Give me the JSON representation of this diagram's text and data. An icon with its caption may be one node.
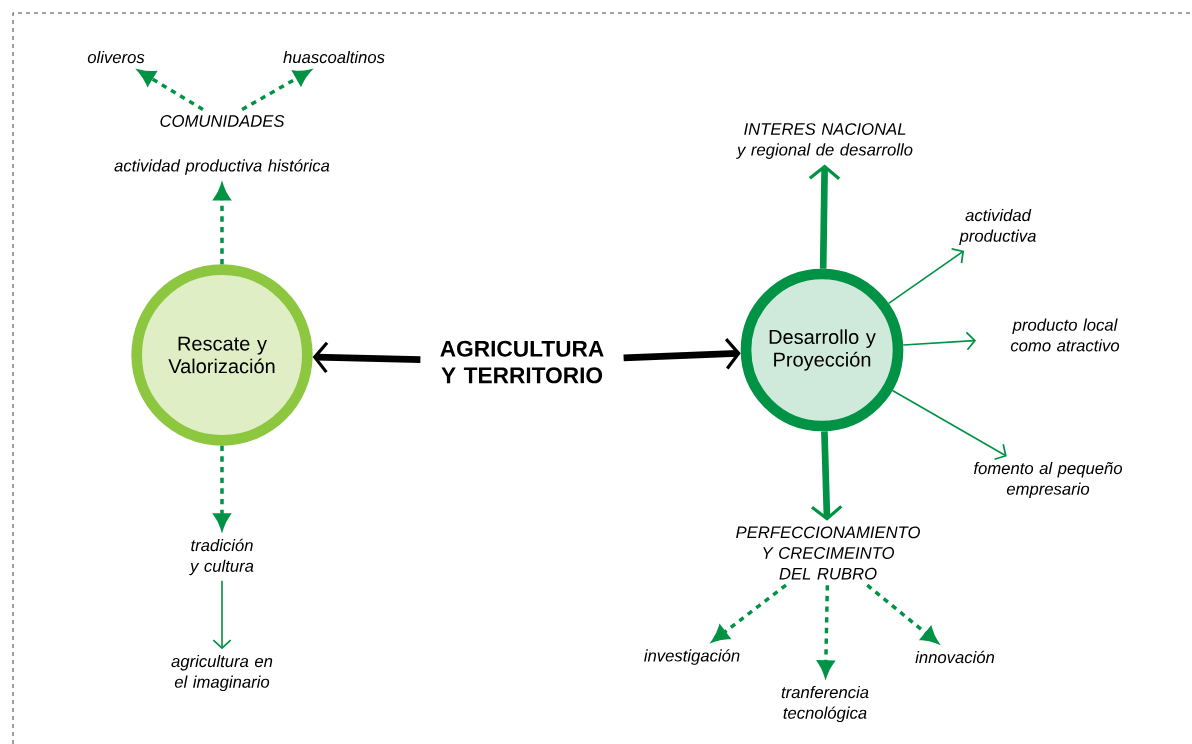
{
  "diagram": {
    "nodes": [
      {
        "text": [
          "oliveros"
        ]
      },
      {
        "text": [
          "huascoaltinos"
        ]
      },
      {
        "text": [
          "COMUNIDADES"
        ]
      },
      {
        "text": [
          "actividad productiva histórica"
        ]
      },
      {
        "text": [
          "INTERES NACIONAL y regional de desarrollo"
        ]
      },
      {
        "text": [
          "actividad productiva"
        ]
      },
      {
        "text": [
          "Rescate y Valorización"
        ]
      },
      {
        "text": [
          "AGRICULTURA Y TERRITORIO"
        ]
      },
      {
        "text": [
          "Desarrollo y Proyección"
        ]
      },
      {
        "text": [
          "producto local como atractivo"
        ]
      },
      {
        "text": [
          "fomento al pequeño empresario"
        ]
      },
      {
        "text": [
          "tradición y cultura"
        ]
      },
      {
        "text": [
          "PERFECCIONAMIENTO Y CRECIMEINTO DEL RUBRO"
        ]
      },
      {
        "text": [
          "agricultura en el imaginario"
        ]
      },
      {
        "text": [
          "investigación"
        ]
      },
      {
        "text": [
          "innovación"
        ]
      },
      {
        "text": [
          "tranferencia tecnológica"
        ]
      }
    ],
    "edges": [
      {
        "from": 7,
        "to": 6,
        "arrow": "to",
        "style": "thick",
        "color": "#000000"
      },
      {
        "from": 7,
        "to": 8,
        "arrow": "to",
        "style": "thick",
        "color": "#000000"
      },
      {
        "from": 6,
        "to": 3,
        "arrow": "to",
        "style": "dashed"
      },
      {
        "from": 2,
        "to": 0,
        "arrow": "to",
        "style": "dashed"
      },
      {
        "from": 2,
        "to": 1,
        "arrow": "to",
        "style": "dashed"
      },
      {
        "from": 6,
        "to": 11,
        "arrow": "to",
        "style": "dashed"
      },
      {
        "from": 11,
        "to": 13,
        "arrow": "to"
      },
      {
        "from": 8,
        "to": 4,
        "arrow": "to",
        "style": "thick"
      },
      {
        "from": 8,
        "to": 5,
        "arrow": "to"
      },
      {
        "from": 8,
        "to": 9,
        "arrow": "to"
      },
      {
        "from": 8,
        "to": 10,
        "arrow": "to"
      },
      {
        "from": 8,
        "to": 12,
        "arrow": "to",
        "style": "thick"
      },
      {
        "from": 12,
        "to": 14,
        "arrow": "to",
        "style": "dashed"
      },
      {
        "from": 12,
        "to": 16,
        "arrow": "to",
        "style": "dashed"
      },
      {
        "from": 12,
        "to": 15,
        "arrow": "to",
        "style": "dashed"
      }
    ]
  }
}
